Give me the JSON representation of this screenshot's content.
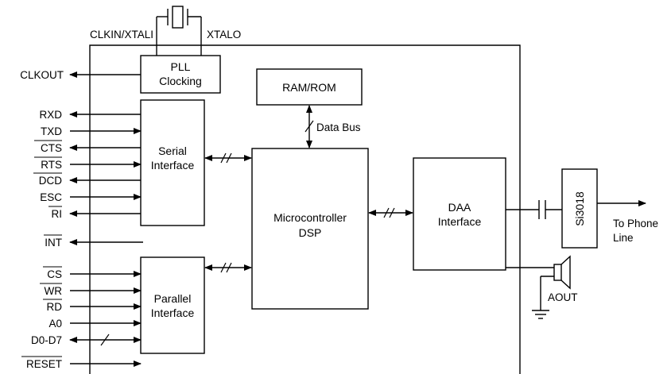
{
  "crystal_pins": {
    "left": "CLKIN/XTALI",
    "right": "XTALO"
  },
  "blocks": {
    "pll": [
      "PLL",
      "Clocking"
    ],
    "ramrom": [
      "RAM/ROM"
    ],
    "serial": [
      "Serial",
      "Interface"
    ],
    "parallel": [
      "Parallel",
      "Interface"
    ],
    "mcu": [
      "Microcontroller",
      "DSP"
    ],
    "daa": [
      "DAA",
      "Interface"
    ],
    "si": [
      "Si3018"
    ]
  },
  "bus_label": "Data Bus",
  "clkout": "CLKOUT",
  "serial_signals": [
    "RXD",
    "TXD",
    "CTS",
    "RTS",
    "DCD",
    "ESC",
    "RI"
  ],
  "int_signal": "INT",
  "parallel_signals": [
    "CS",
    "WR",
    "RD",
    "A0",
    "D0-D7"
  ],
  "reset_signal": "RESET",
  "phone_line": [
    "To Phone",
    "Line"
  ],
  "aout": "AOUT"
}
